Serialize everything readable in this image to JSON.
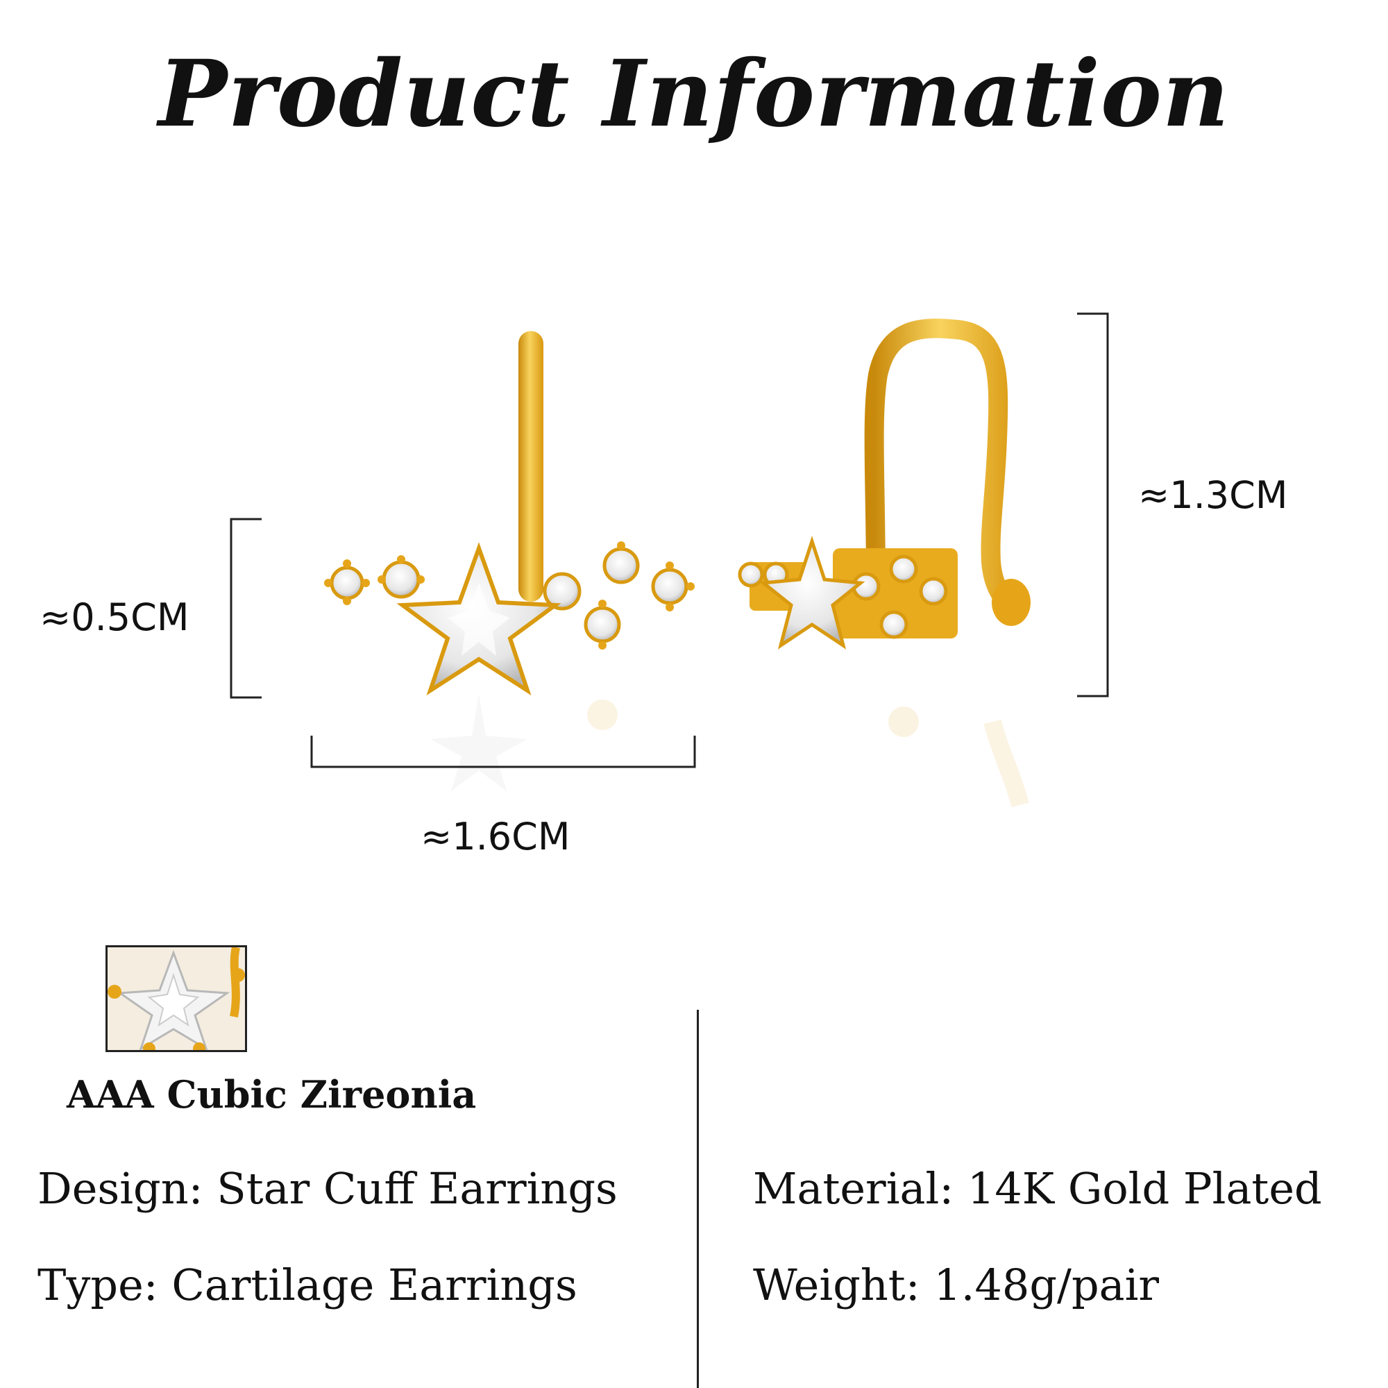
{
  "header": {
    "title": "Product Information"
  },
  "dimensions": {
    "height_small": "≈0.5CM",
    "height_large": "≈1.3CM",
    "width": "≈1.6CM"
  },
  "feature": {
    "label": "AAA Cubic Zireonia"
  },
  "specs": {
    "design": "Design: Star Cuff Earrings",
    "type": "Type: Cartilage Earrings",
    "material": "Material: 14K Gold Plated",
    "weight": "Weight: 1.48g/pair"
  },
  "colors": {
    "gold": "#e6a519",
    "gold_light": "#f6cf5a",
    "crystal": "#f2f2f2",
    "text": "#111111"
  }
}
